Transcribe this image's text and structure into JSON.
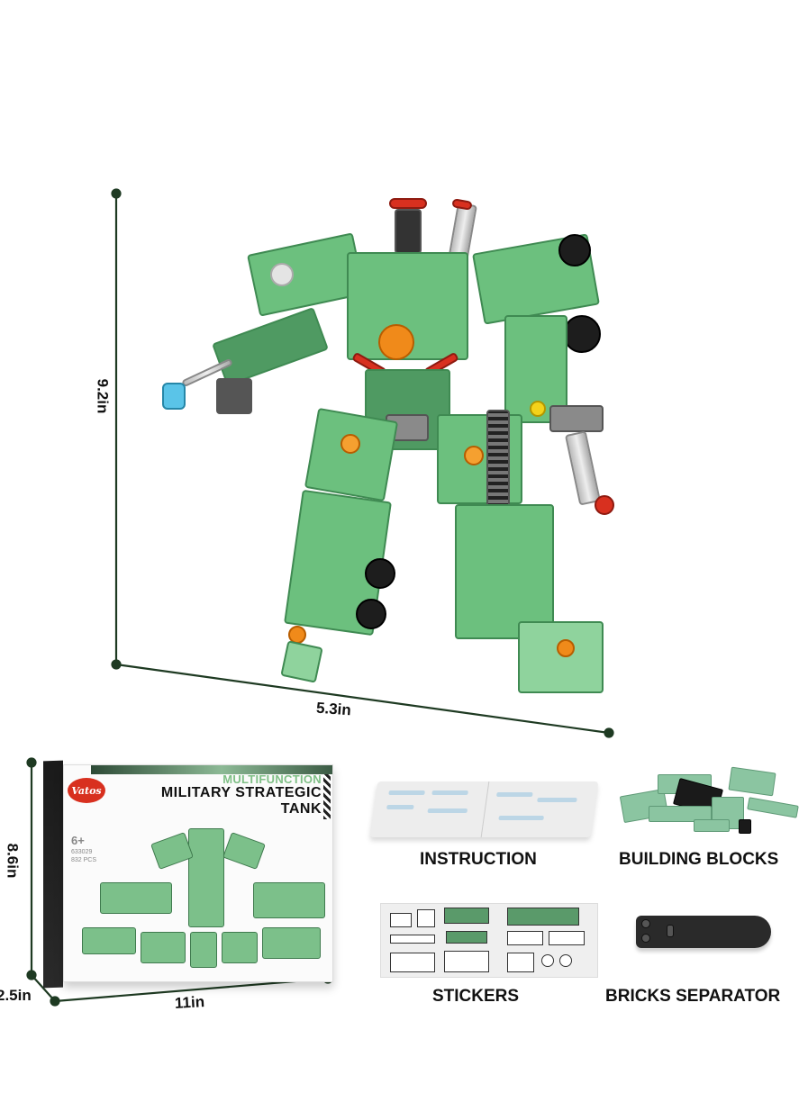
{
  "product": {
    "name": "Multifunction Military Strategic Tank",
    "type": "building-block robot set"
  },
  "dimensions": {
    "robot_height": "9.2in",
    "robot_width": "5.3in",
    "box_height": "8.6in",
    "box_depth": "2.5in",
    "box_width": "11in"
  },
  "box": {
    "brand": "Vatos",
    "subtitle": "MULTIFUNCTION",
    "title_line1": "MILITARY STRATEGIC",
    "title_line2": "TANK",
    "age": "6+",
    "code": "633029",
    "pieces": "832 PCS"
  },
  "contents": [
    {
      "label": "INSTRUCTION",
      "icon": "instruction-manual"
    },
    {
      "label": "BUILDING BLOCKS",
      "icon": "brick-pile"
    },
    {
      "label": "STICKERS",
      "icon": "sticker-sheet"
    },
    {
      "label": "BRICKS SEPARATOR",
      "icon": "brick-separator-tool"
    }
  ],
  "colors": {
    "dimension_line": "#1e3a22",
    "brick_green": "#6cc07e",
    "text": "#111111",
    "background": "#ffffff"
  }
}
